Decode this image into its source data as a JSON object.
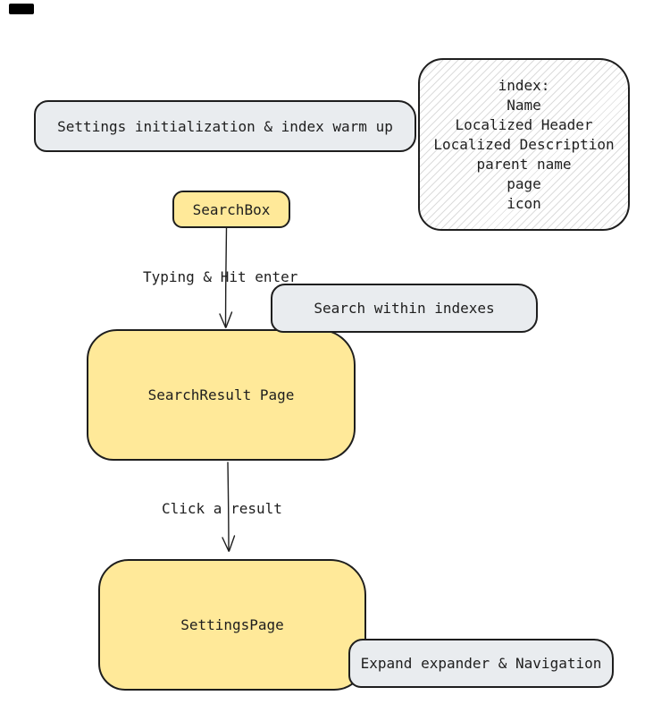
{
  "diagram": {
    "nodes": {
      "init": {
        "label": "Settings initialization & index warm up"
      },
      "index_note": {
        "lines": [
          "index:",
          "Name",
          "Localized Header",
          "Localized Description",
          "parent name",
          "page",
          "icon"
        ]
      },
      "searchbox": {
        "label": "SearchBox"
      },
      "search_within": {
        "label": "Search within indexes"
      },
      "search_result": {
        "label": "SearchResult Page"
      },
      "settings_page": {
        "label": "SettingsPage"
      },
      "expand_nav": {
        "label": "Expand expander & Navigation"
      }
    },
    "edges": {
      "typing": {
        "label": "Typing & Hit enter"
      },
      "click": {
        "label": "Click a result"
      }
    },
    "colors": {
      "yellow": "#ffe999",
      "gray": "#e9ecef",
      "stroke": "#1e1e1e",
      "hatch": "#dcdcdc"
    }
  }
}
